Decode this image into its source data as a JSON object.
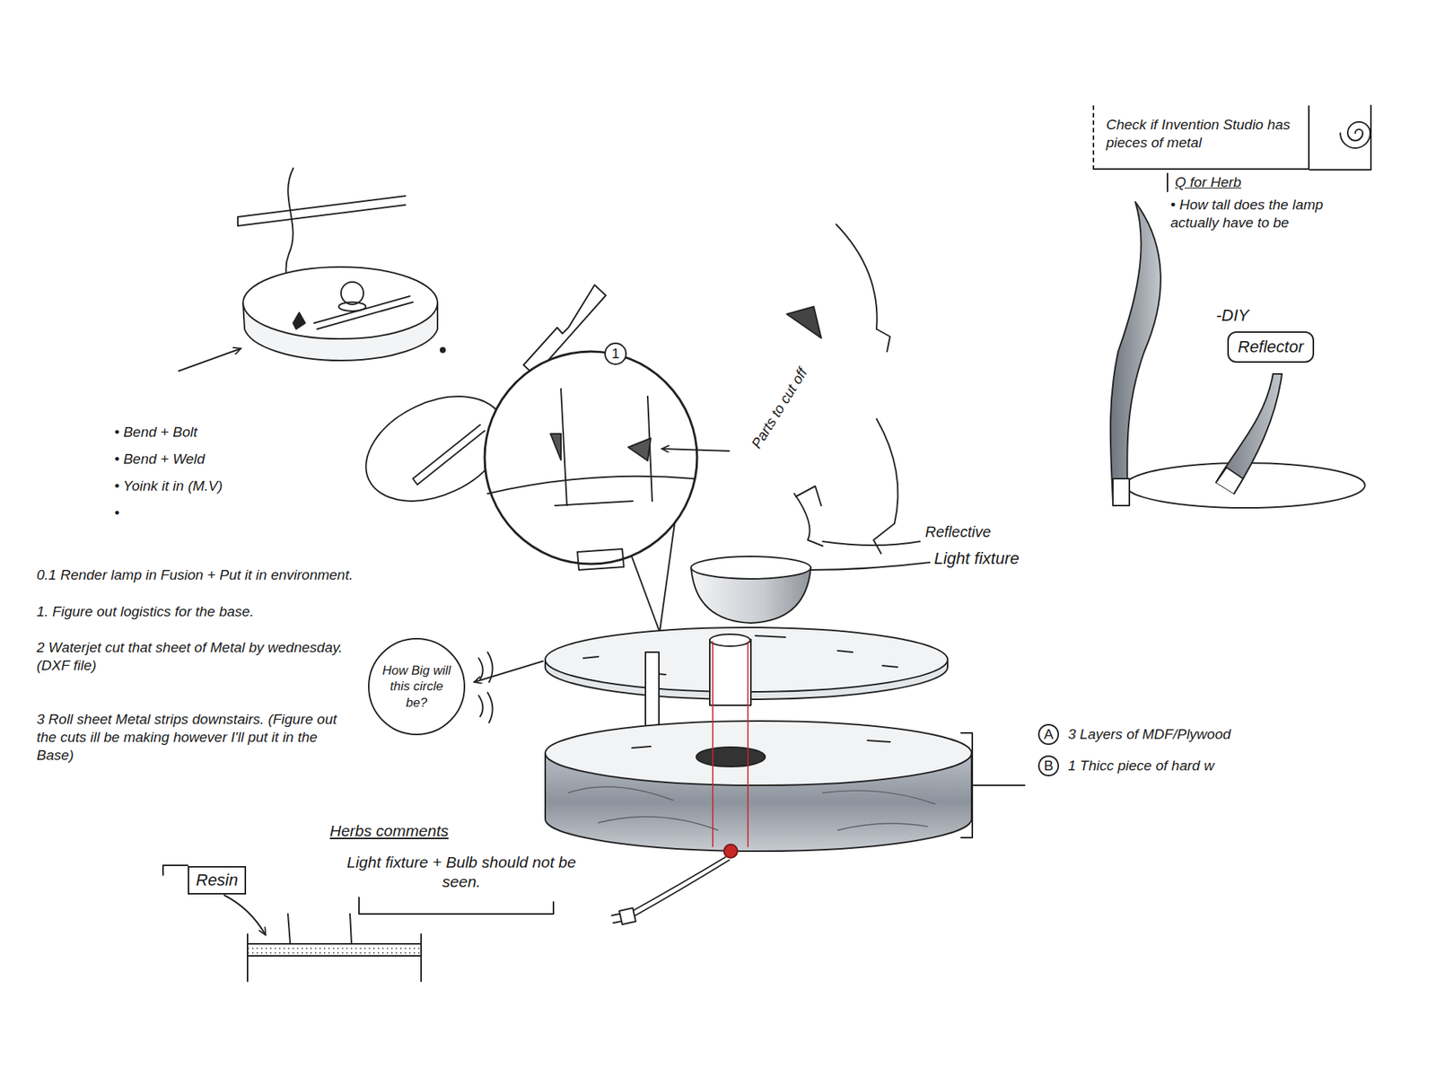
{
  "diagram": {
    "nodes": [
      {
        "text": [
          "Check if Invention Studio has pieces of metal"
        ]
      },
      {
        "text": [
          "Reflector"
        ]
      },
      {
        "text": [
          "How Big will this circle be?"
        ]
      },
      {
        "text": [
          "Resin"
        ]
      }
    ],
    "labels": [
      "Q for Herb",
      "• How tall does the lamp actually have to be",
      "-DIY",
      "• Bend + Bolt",
      "• Bend + Weld",
      "• Yoink it in (M.V)",
      "•",
      "1",
      "Parts to cut off",
      "Reflective",
      "Light fixture",
      "0.1 Render lamp in Fusion + Put it in environment.",
      "1. Figure out logistics for the base.",
      "2 Waterjet cut that sheet of Metal by wednesday. (DXF file)",
      "3 Roll sheet Metal strips downstairs. (Figure out the cuts ill be making however I'll put it in the Base)",
      "A",
      "3 Layers of MDF/Plywood",
      "B",
      "1 Thicc piece of hard w",
      "Herbs comments",
      "Light fixture + Bulb should not be seen."
    ]
  }
}
